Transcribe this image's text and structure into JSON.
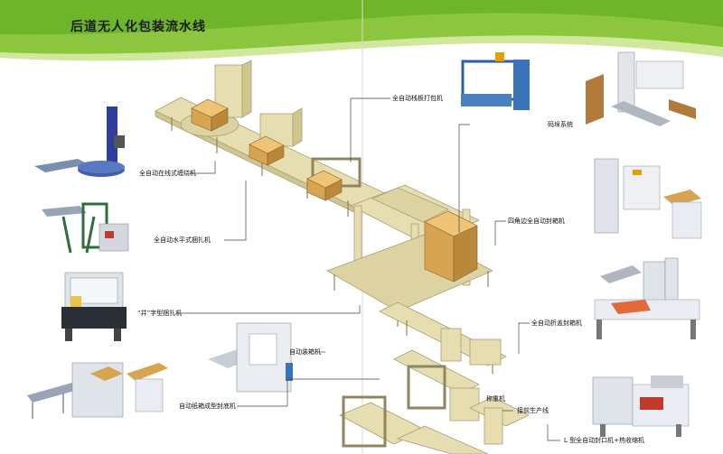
{
  "title": "后道无人化包装流水线",
  "colors": {
    "header_green": "#8cc63f",
    "header_green_light": "#cfe89b",
    "machine_beige": "#e6ddb0",
    "machine_edge": "#a99f74",
    "carton": "#d7a552",
    "leader_line": "#444444"
  },
  "machines_left": [
    {
      "name": "全自动在线式缠绕机",
      "icon": "stretch-wrapper-icon"
    },
    {
      "name": "全自动水平式捆扎机",
      "icon": "horizontal-strapper-icon"
    },
    {
      "name": "“井”字型捆扎机",
      "icon": "cross-strapper-icon"
    },
    {
      "name": "自动纸箱成型封底机",
      "icon": "case-erector-icon"
    }
  ],
  "machines_center": [
    {
      "name": "全自动栈板打包机",
      "icon": "pallet-strapper-icon"
    },
    {
      "name": "自动装箱机",
      "icon": "case-packer-icon"
    },
    {
      "name": "称重机",
      "icon": "weighing-scale-icon"
    },
    {
      "name": "接前生产线",
      "icon": "production-line-icon"
    }
  ],
  "machines_right": [
    {
      "name": "码垛系统",
      "icon": "palletizer-icon"
    },
    {
      "name": "四角边全自动封箱机",
      "icon": "corner-sealer-icon"
    },
    {
      "name": "全自动折盖封箱机",
      "icon": "flap-folder-sealer-icon"
    },
    {
      "name": "L 型全自动封口机+热收缩机",
      "icon": "l-sealer-shrink-icon"
    }
  ]
}
